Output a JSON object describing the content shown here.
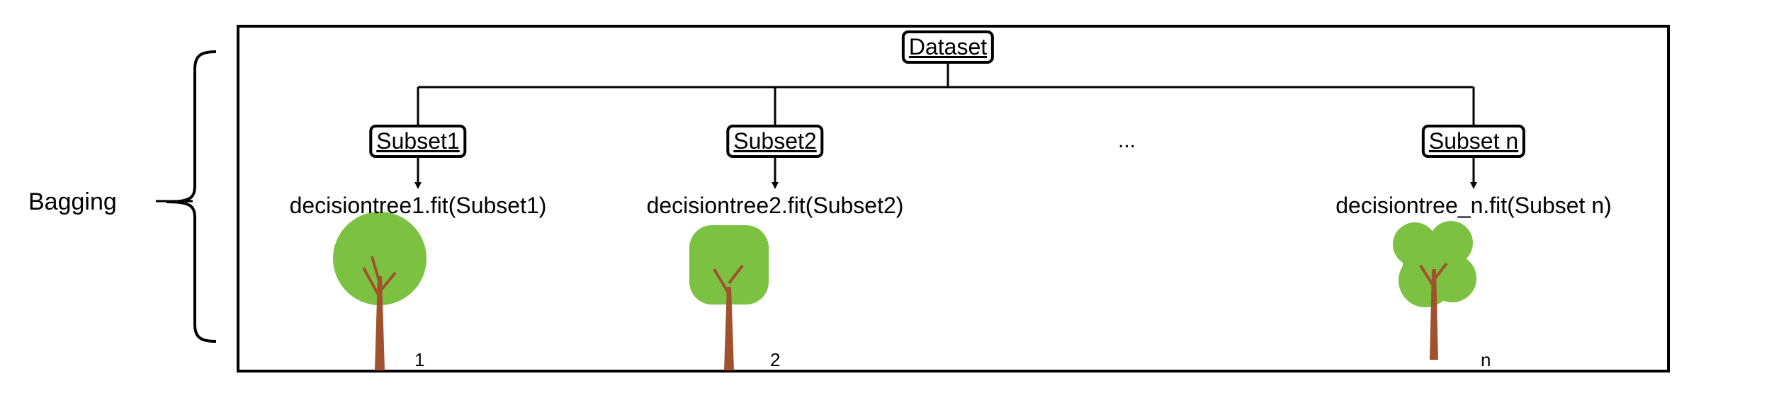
{
  "bagging_label": "Bagging",
  "dataset_label": "Dataset",
  "ellipsis": "...",
  "subsets": [
    {
      "label": "Subset1",
      "fit": "decisiontree1.fit(Subset1)",
      "tree_number": "1"
    },
    {
      "label": "Subset2",
      "fit": "decisiontree2.fit(Subset2)",
      "tree_number": "2"
    },
    {
      "label": "Subset n",
      "fit": "decisiontree_n.fit(Subset n)",
      "tree_number": "n"
    }
  ],
  "colors": {
    "foliage": "#7dc142",
    "trunk": "#a0522d",
    "line": "#000000"
  }
}
